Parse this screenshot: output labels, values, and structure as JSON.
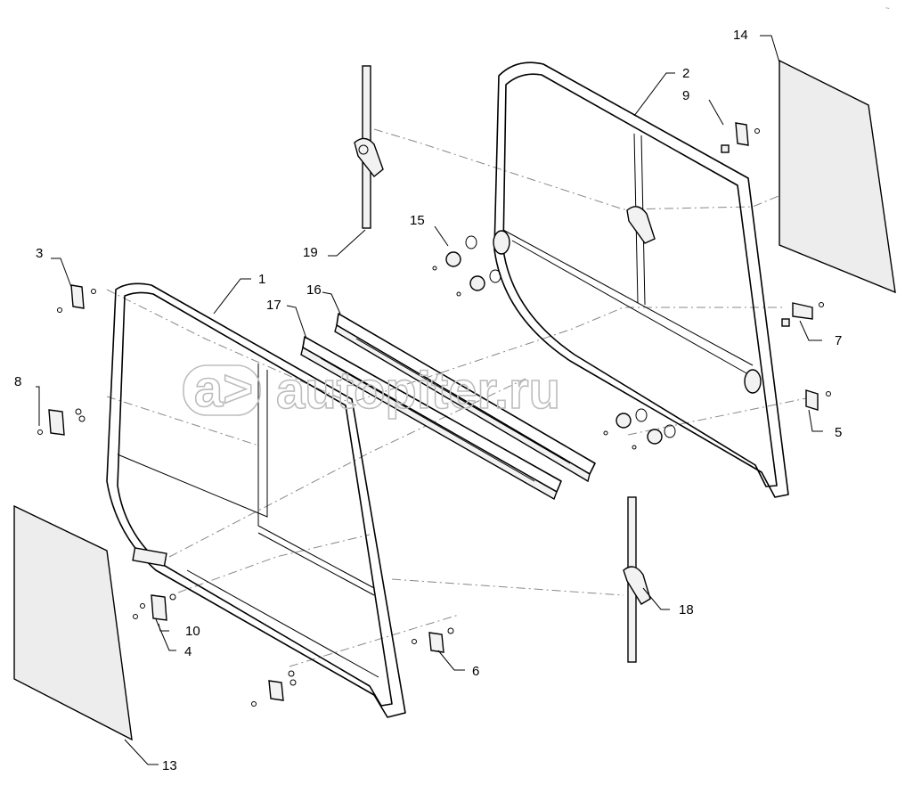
{
  "watermark": {
    "text": "autopiter.ru",
    "color": "#bdbdbd"
  },
  "callouts": [
    "1",
    "2",
    "3",
    "4",
    "5",
    "6",
    "7",
    "8",
    "9",
    "10",
    "13",
    "14",
    "15",
    "16",
    "17",
    "18",
    "19"
  ],
  "colors": {
    "line": "#000000",
    "glass": "#ededed",
    "hidden_line": "#888888",
    "background": "#ffffff"
  }
}
